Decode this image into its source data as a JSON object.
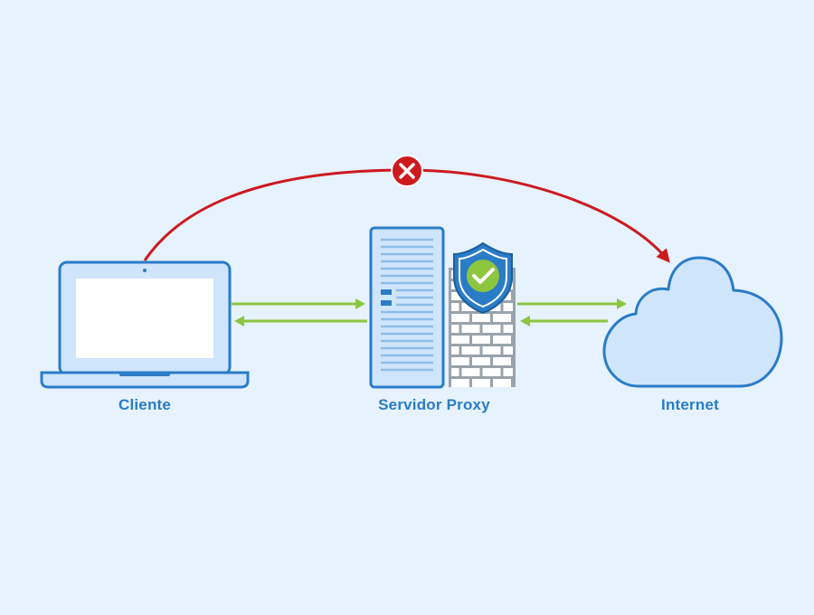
{
  "nodes": {
    "client": {
      "label": "Cliente",
      "icon": "laptop-icon"
    },
    "proxy": {
      "label": "Servidor Proxy",
      "icon": "server-icon",
      "firewall_icon": "brick-wall-icon",
      "shield_icon": "shield-check-icon"
    },
    "internet": {
      "label": "Internet",
      "icon": "cloud-icon"
    }
  },
  "connections": [
    {
      "from": "client",
      "to": "internet",
      "kind": "direct",
      "status": "blocked",
      "marker": "x-icon"
    },
    {
      "from": "client",
      "to": "proxy",
      "kind": "request"
    },
    {
      "from": "proxy",
      "to": "client",
      "kind": "response"
    },
    {
      "from": "proxy",
      "to": "internet",
      "kind": "request"
    },
    {
      "from": "internet",
      "to": "proxy",
      "kind": "response"
    }
  ],
  "colors": {
    "background": "#e6f2fd",
    "primary": "#2a7cc7",
    "light_fill": "#cfe5fb",
    "blocked": "#cc1a1f",
    "allowed": "#8cc63f",
    "firewall": "#9aa3ab"
  }
}
